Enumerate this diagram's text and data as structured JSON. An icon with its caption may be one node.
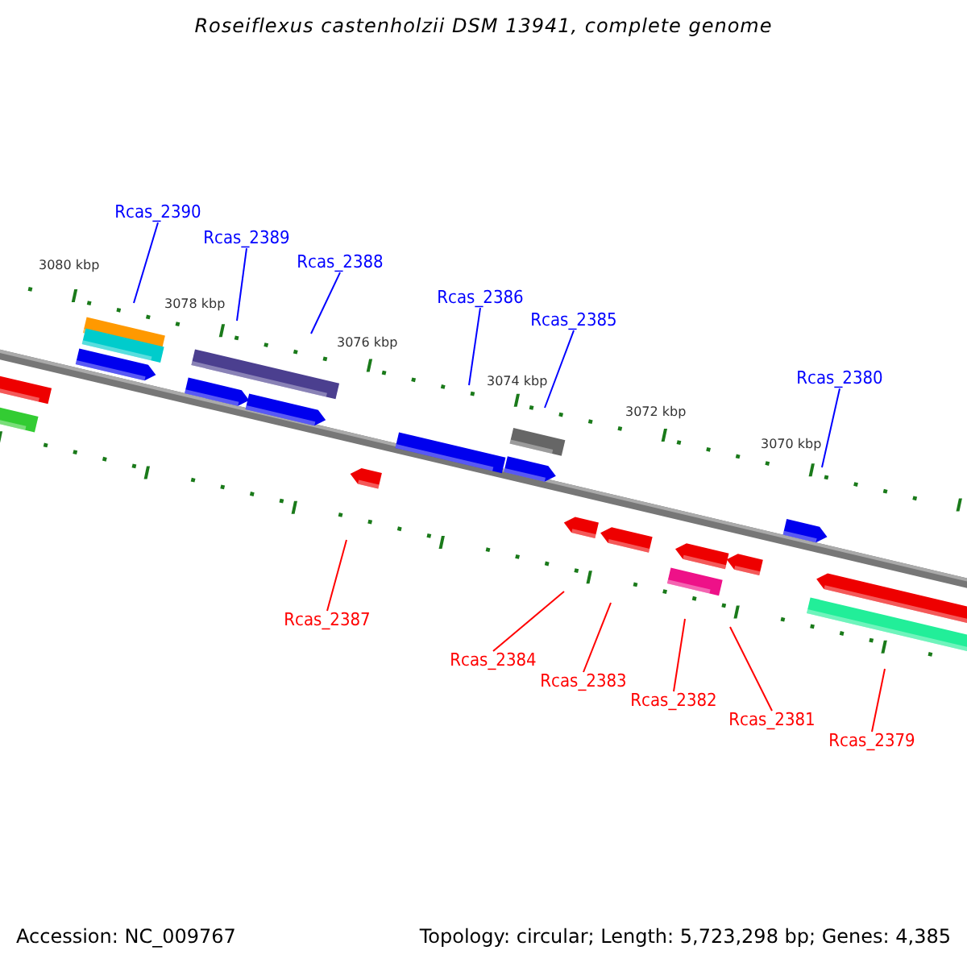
{
  "diagram": {
    "title": "Roseiflexus castenholzii DSM 13941, complete genome",
    "nodes": [
      {
        "text": [
          "Rcas_2390"
        ]
      },
      {
        "text": [
          "Rcas_2389"
        ]
      },
      {
        "text": [
          "Rcas_2388"
        ]
      },
      {
        "text": [
          "Rcas_2386"
        ]
      },
      {
        "text": [
          "Rcas_2385"
        ]
      },
      {
        "text": [
          "Rcas_2380"
        ]
      },
      {
        "text": [
          "Rcas_2387"
        ]
      },
      {
        "text": [
          "Rcas_2384"
        ]
      },
      {
        "text": [
          "Rcas_2383"
        ]
      },
      {
        "text": [
          "Rcas_2382"
        ]
      },
      {
        "text": [
          "Rcas_2381"
        ]
      },
      {
        "text": [
          "Rcas_2379"
        ]
      }
    ],
    "edges": [
      {
        "from": 0,
        "to": null,
        "arrow": "none",
        "color": "#0000ff"
      },
      {
        "from": 1,
        "to": null,
        "arrow": "none",
        "color": "#0000ff"
      },
      {
        "from": 2,
        "to": null,
        "arrow": "none",
        "color": "#0000ff"
      },
      {
        "from": 3,
        "to": null,
        "arrow": "none",
        "color": "#0000ff"
      },
      {
        "from": 4,
        "to": null,
        "arrow": "none",
        "color": "#0000ff"
      },
      {
        "from": 5,
        "to": null,
        "arrow": "none",
        "color": "#0000ff"
      },
      {
        "from": 6,
        "to": null,
        "arrow": "none",
        "color": "#ff0000"
      },
      {
        "from": 7,
        "to": null,
        "arrow": "none",
        "color": "#ff0000"
      },
      {
        "from": 8,
        "to": null,
        "arrow": "none",
        "color": "#ff0000"
      },
      {
        "from": 9,
        "to": null,
        "arrow": "none",
        "color": "#ff0000"
      },
      {
        "from": 10,
        "to": null,
        "arrow": "none",
        "color": "#ff0000"
      },
      {
        "from": 11,
        "to": null,
        "arrow": "none",
        "color": "#ff0000"
      }
    ],
    "labels": [
      "3080 kbp",
      "3078 kbp",
      "3076 kbp",
      "3074 kbp",
      "3072 kbp",
      "3070 kbp",
      "Accession: NC_009767",
      "Topology: circular; Length: 5,723,298 bp; Genes: 4,385"
    ]
  }
}
